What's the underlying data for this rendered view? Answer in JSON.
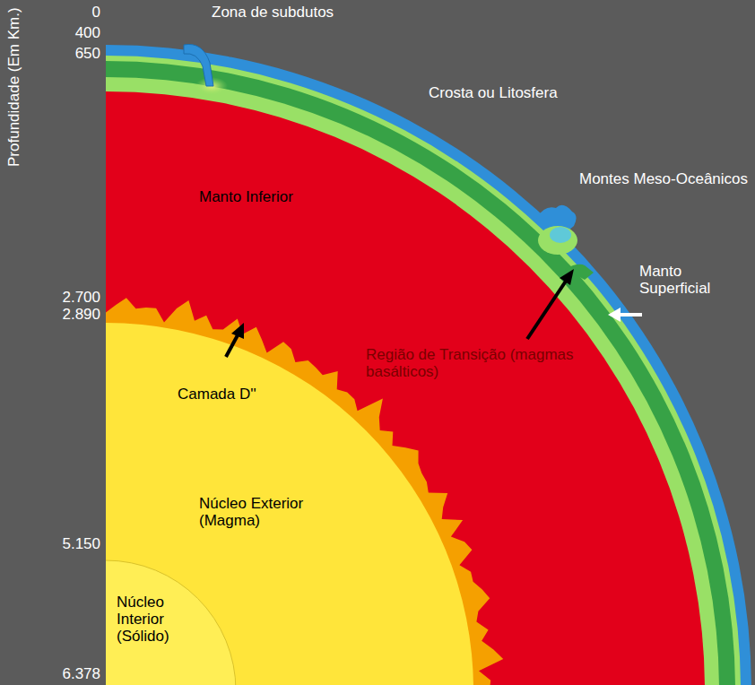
{
  "diagram": {
    "labels": [
      "Profundidade (Em Km.)",
      "0",
      "400",
      "650",
      "2.700",
      "2.890",
      "5.150",
      "6.378",
      "Zona de subdutos",
      "Crosta ou Litosfera",
      "Montes Meso-Oceânicos",
      "Manto Superficial",
      "Manto Inferior",
      "Região de Transição (magmas basálticos)",
      "Camada D''",
      "Núcleo Exterior (Magma)",
      "Núcleo Interior (Sólido)"
    ]
  }
}
